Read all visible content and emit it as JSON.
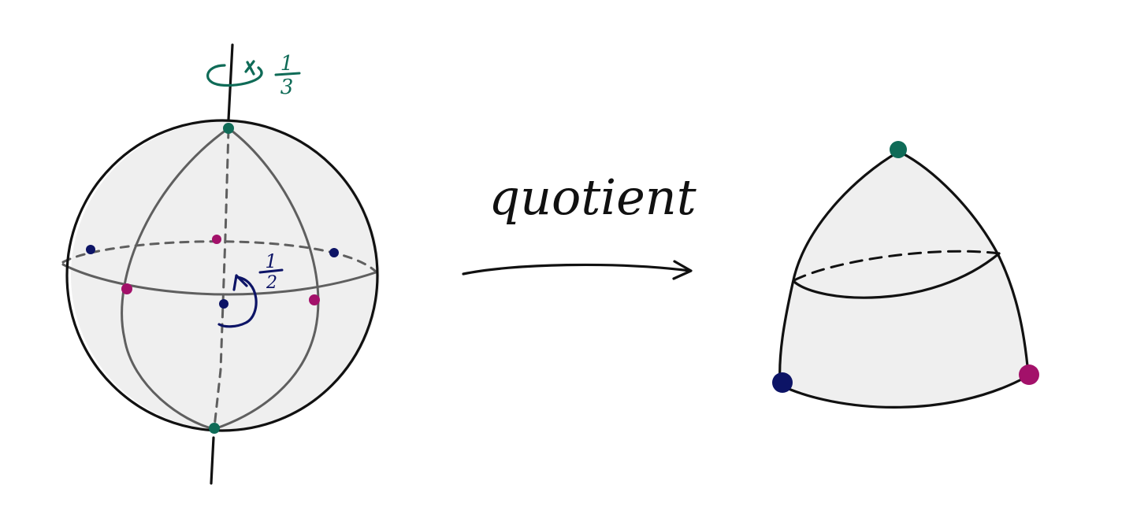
{
  "labels": {
    "quotient": "quotient",
    "rotation_top_numerator": "1",
    "rotation_top_denominator": "3",
    "rotation_mid_numerator": "1",
    "rotation_mid_denominator": "2"
  },
  "colors": {
    "ink": "#111111",
    "gridline": "#5f5f5f",
    "fill": "#efefef",
    "green_vertex": "#0f6b57",
    "magenta_vertex": "#a3116a",
    "navy_vertex": "#0d1466"
  }
}
